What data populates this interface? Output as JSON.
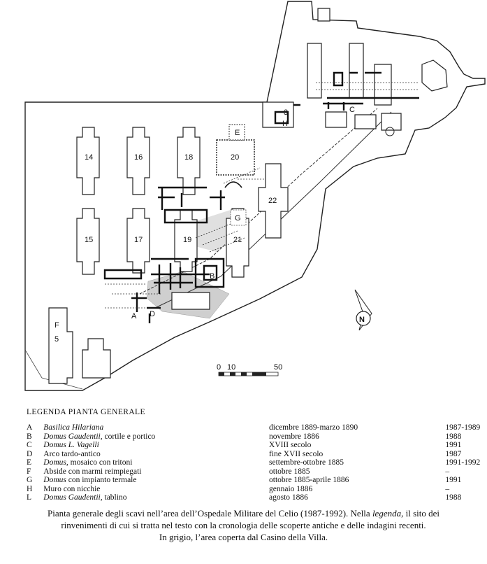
{
  "map": {
    "labels": [
      "14",
      "16",
      "18",
      "20",
      "22",
      "15",
      "17",
      "19",
      "21",
      "5",
      "E",
      "G",
      "F",
      "H",
      "A",
      "D",
      "B",
      "C",
      "3",
      "N"
    ],
    "scale": {
      "ticks": [
        "0",
        "10",
        "50"
      ]
    }
  },
  "legend": {
    "title": "LEGENDA PIANTA GENERALE",
    "rows": [
      {
        "letter": "A",
        "name_italic": "Basilica Hilariana",
        "name_rest": "",
        "date": "dicembre 1889-marzo 1890",
        "recent": "1987-1989"
      },
      {
        "letter": "B",
        "name_italic": "Domus Gaudentii,",
        "name_rest": " cortile e portico",
        "date": "novembre 1886",
        "recent": "1988"
      },
      {
        "letter": "C",
        "name_italic": "Domus L. Vagelli",
        "name_rest": "",
        "date": "XVIII secolo",
        "recent": "1991"
      },
      {
        "letter": "D",
        "name_italic": "",
        "name_rest": "Arco tardo-antico",
        "date": "fine XVII secolo",
        "recent": "1987"
      },
      {
        "letter": "E",
        "name_italic": "Domus,",
        "name_rest": " mosaico con tritoni",
        "date": "settembre-ottobre 1885",
        "recent": "1991-1992"
      },
      {
        "letter": "F",
        "name_italic": "",
        "name_rest": "Abside con marmi reimpiegati",
        "date": "ottobre 1885",
        "recent": "–"
      },
      {
        "letter": "G",
        "name_italic": "Domus",
        "name_rest": " con impianto termale",
        "date": "ottobre 1885-aprile 1886",
        "recent": "1991"
      },
      {
        "letter": "H",
        "name_italic": "",
        "name_rest": "Muro con nicchie",
        "date": "gennaio 1886",
        "recent": "–"
      },
      {
        "letter": "L",
        "name_italic": "Domus Gaudentii,",
        "name_rest": " tablino",
        "date": "agosto 1886",
        "recent": "1988"
      }
    ]
  },
  "caption": {
    "line1_a": "Pianta generale degli scavi nell’area dell’Ospedale Militare del Celio (1987-1992). Nella ",
    "line1_italic": "legenda,",
    "line1_b": " il sito dei",
    "line2": "rinvenimenti di cui si tratta nel testo con la cronologia delle scoperte antiche e delle indagini recenti.",
    "line3": "In grigio, l’area coperta dal Casino della Villa."
  }
}
